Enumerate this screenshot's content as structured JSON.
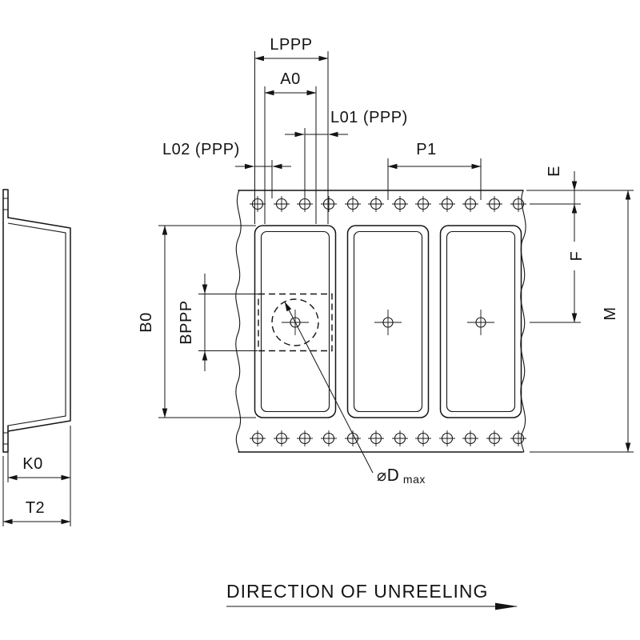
{
  "drawing_title": {
    "direction_of_unreeling": "DIRECTION OF UNREELING"
  },
  "dimension_labels": {
    "lppp": "LPPP",
    "a0": "A0",
    "l01_ppp": "L01 (PPP)",
    "l02_ppp": "L02 (PPP)",
    "p1": "P1",
    "e": "E",
    "f": "F",
    "m": "M",
    "b0": "B0",
    "bppp": "BPPP",
    "k0": "K0",
    "t2": "T2",
    "phi_dmax_main": "⌀D",
    "phi_dmax_sub": "max"
  },
  "colors": {
    "line": "#141414",
    "background": "#ffffff"
  }
}
